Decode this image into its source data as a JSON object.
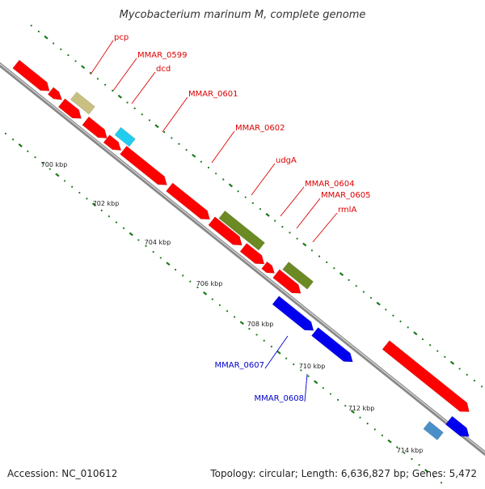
{
  "title": "Mycobacterium marinum M, complete genome",
  "footer": {
    "accession": "Accession: NC_010612",
    "topology": "Topology: circular; Length: 6,636,827 bp; Genes: 5,472"
  },
  "colors": {
    "plus_strand_cds": "#ff0000",
    "minus_strand_cds": "#0000ee",
    "trna_like_khaki": "#c8bf80",
    "cyan_feature": "#22ccee",
    "olive_feature": "#6b8a23",
    "steel_blue_feature": "#4a90c8",
    "tick_green": "#1a7a1a",
    "backbone_gray": "#999999"
  },
  "scale": {
    "unit": "kbp",
    "labels": [
      "700 kbp",
      "702 kbp",
      "704 kbp",
      "706 kbp",
      "708 kbp",
      "710 kbp",
      "712 kbp",
      "714 kbp"
    ]
  },
  "gene_labels": [
    {
      "name": "pcp",
      "strand": "plus"
    },
    {
      "name": "MMAR_0599",
      "strand": "plus"
    },
    {
      "name": "dcd",
      "strand": "plus"
    },
    {
      "name": "MMAR_0601",
      "strand": "plus"
    },
    {
      "name": "MMAR_0602",
      "strand": "plus"
    },
    {
      "name": "udgA",
      "strand": "plus"
    },
    {
      "name": "MMAR_0604",
      "strand": "plus"
    },
    {
      "name": "MMAR_0605",
      "strand": "plus"
    },
    {
      "name": "rmlA",
      "strand": "plus"
    },
    {
      "name": "MMAR_0607",
      "strand": "minus"
    },
    {
      "name": "MMAR_0608",
      "strand": "minus"
    }
  ]
}
